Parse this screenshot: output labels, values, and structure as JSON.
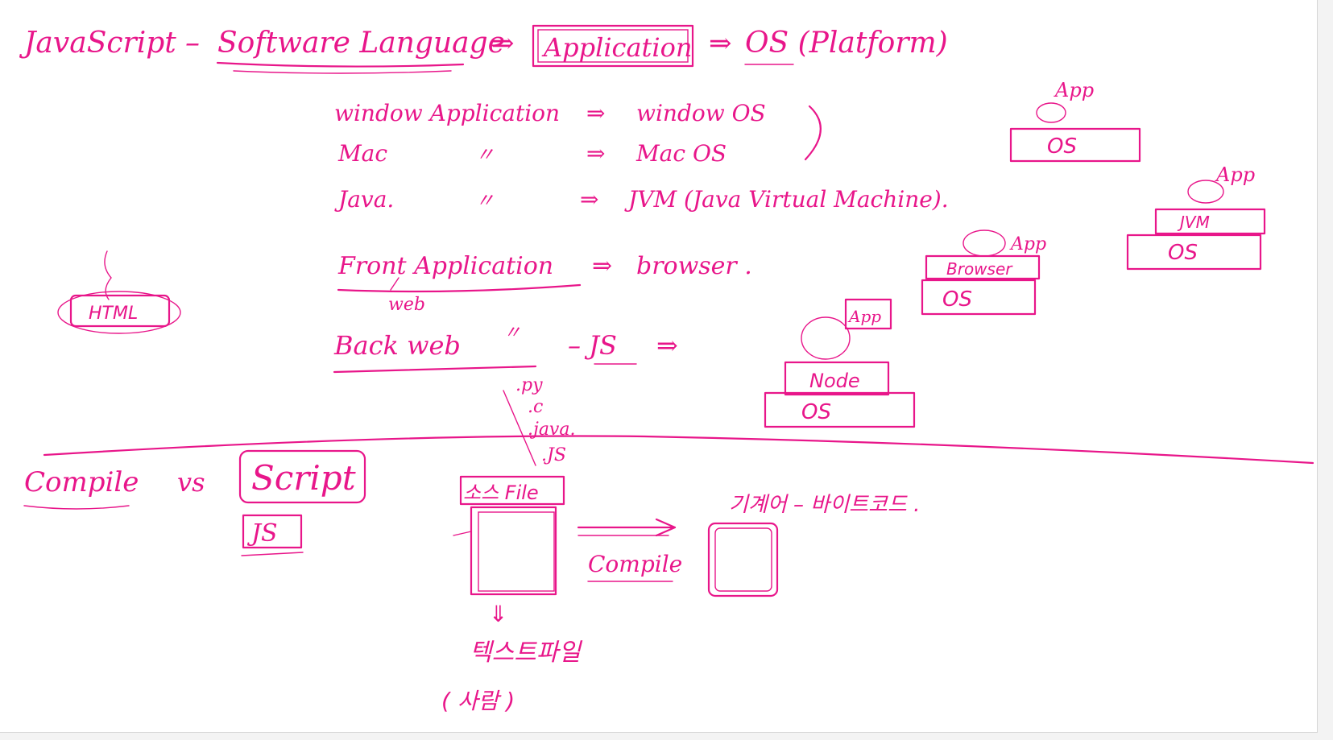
{
  "ink_color": "#e8168a",
  "title_line": {
    "javascript": "JavaScript",
    "dash": "–",
    "software_language": "Software Language",
    "arrow1": "⇒",
    "application": "Application",
    "arrow2": "⇒",
    "os_platform": "OS (Platform)"
  },
  "rows": [
    {
      "left": "window Application",
      "mid": "",
      "arrow": "⇒",
      "right": "window OS"
    },
    {
      "left": "Mac",
      "mid": "〃",
      "arrow": "⇒",
      "right": "Mac OS"
    },
    {
      "left": "Java.",
      "mid": "〃",
      "arrow": "⇒",
      "right": "JVM (Java Virtual Machine)."
    }
  ],
  "front_row": {
    "left": "Front Application",
    "sub": "web",
    "arrow": "⇒",
    "right": "browser ."
  },
  "back_row": {
    "left": "Back web",
    "mid": "〃",
    "js": "– JS",
    "arrow": "⇒"
  },
  "back_langs": [
    ".py",
    ".c",
    ".java.",
    ".JS"
  ],
  "html_box": "HTML",
  "stacks": {
    "os_stack": {
      "top": "App",
      "bottom": "OS"
    },
    "jvm_stack": {
      "top": "App",
      "mid": "JVM",
      "bottom": "OS"
    },
    "browser_stack": {
      "top": "App",
      "mid": "Browser",
      "bottom": "OS"
    },
    "node_stack": {
      "top": "App",
      "mid": "Node",
      "bottom": "OS"
    }
  },
  "bottom": {
    "compile": "Compile",
    "vs": "vs",
    "script": "Script",
    "js": "JS",
    "source_file": "소스 File",
    "compile_arrow_label": "Compile",
    "machine_code": "기계어 – 바이트코드 .",
    "down_arrow": "⇓",
    "text_file": "텍스트파일",
    "human": "( 사람 )"
  }
}
